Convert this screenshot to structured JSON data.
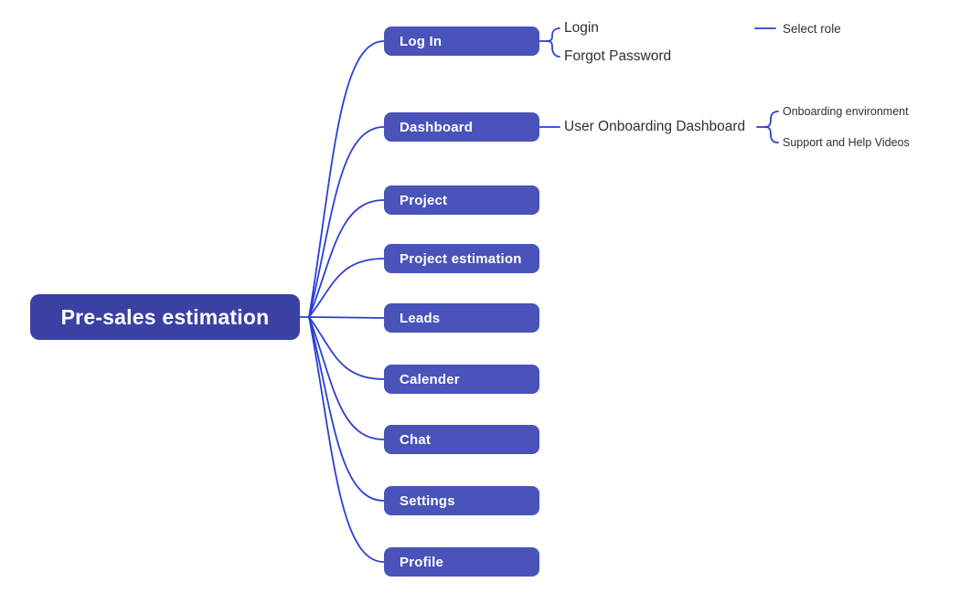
{
  "diagram": {
    "type": "mindmap",
    "root": {
      "label": "Pre-sales estimation"
    },
    "branches": [
      {
        "label": "Log In"
      },
      {
        "label": "Dashboard"
      },
      {
        "label": "Project"
      },
      {
        "label": "Project estimation"
      },
      {
        "label": "Leads"
      },
      {
        "label": "Calender"
      },
      {
        "label": "Chat"
      },
      {
        "label": "Settings"
      },
      {
        "label": "Profile"
      }
    ],
    "login_children": [
      {
        "label": "Login"
      },
      {
        "label": "Forgot Password"
      }
    ],
    "dashboard_child": {
      "label": "User Onboarding Dashboard"
    },
    "dashboard_grandchildren": [
      {
        "label": "Onboarding environment"
      },
      {
        "label": "Support and Help Videos"
      }
    ],
    "floating_node": {
      "label": "Select role"
    }
  },
  "colors": {
    "root_fill": "#3b41a3",
    "branch_fill": "#4a53b9",
    "connector_stroke": "#2b40d4",
    "node_text": "#ffffff",
    "leaf_text": "#2f2f2f"
  }
}
